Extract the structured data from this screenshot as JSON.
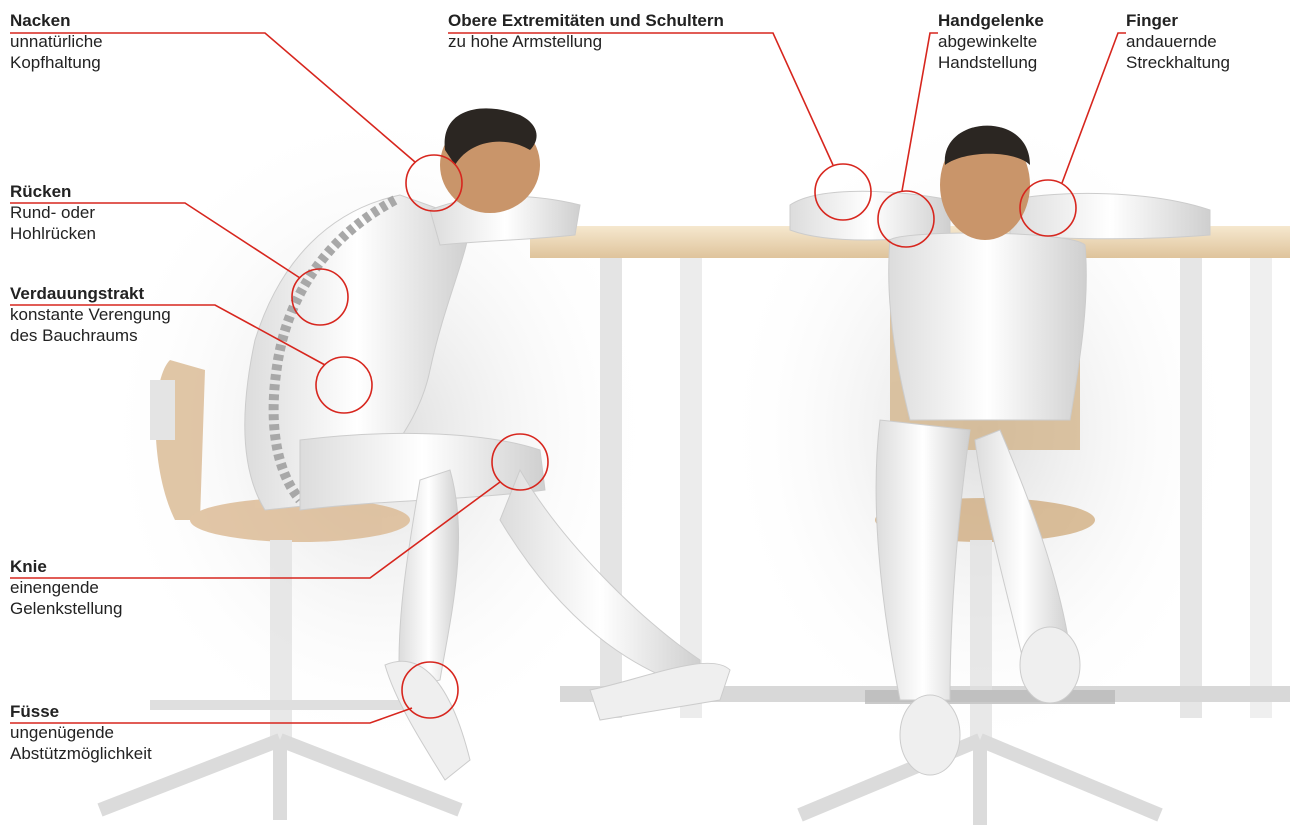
{
  "labels": {
    "nacken": {
      "title": "Nacken",
      "line1": "unnatürliche",
      "line2": "Kopfhaltung"
    },
    "ruecken": {
      "title": "Rücken",
      "line1": "Rund- oder",
      "line2": "Hohlrücken"
    },
    "verdauung": {
      "title": "Verdauungstrakt",
      "line1": "konstante Verengung",
      "line2": "des Bauchraums"
    },
    "knie": {
      "title": "Knie",
      "line1": "einengende",
      "line2": "Gelenkstellung"
    },
    "fuesse": {
      "title": "Füsse",
      "line1": "ungenügende",
      "line2": "Abstützmöglichkeit"
    },
    "obere": {
      "title": "Obere Extremitäten und Schultern",
      "line1": "zu hohe Armstellung"
    },
    "handgelenke": {
      "title": "Handgelenke",
      "line1": "abgewinkelte",
      "line2": "Handstellung"
    },
    "finger": {
      "title": "Finger",
      "line1": "andauernde",
      "line2": "Streckhaltung"
    }
  },
  "colors": {
    "accent": "#d7261e",
    "desk": "#e7cfa8",
    "chair": "#cfc7bc",
    "figure": "#f2f2f2",
    "skin": "#c9956a",
    "hair": "#2b2622"
  }
}
